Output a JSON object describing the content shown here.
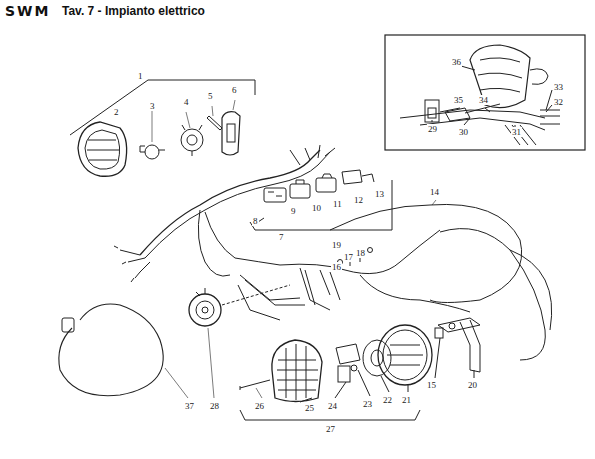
{
  "diagram": {
    "title": "Tav. 7 - Impianto elettrico",
    "labels": [
      "SWM",
      "1",
      "2",
      "3",
      "4",
      "5",
      "6",
      "7",
      "8",
      "9",
      "10",
      "11",
      "12",
      "13",
      "14",
      "15",
      "16",
      "17",
      "18",
      "19",
      "20",
      "21",
      "22",
      "23",
      "24",
      "25",
      "26",
      "27",
      "28",
      "29",
      "30",
      "31",
      "32",
      "33",
      "34",
      "35",
      "36",
      "37"
    ]
  }
}
